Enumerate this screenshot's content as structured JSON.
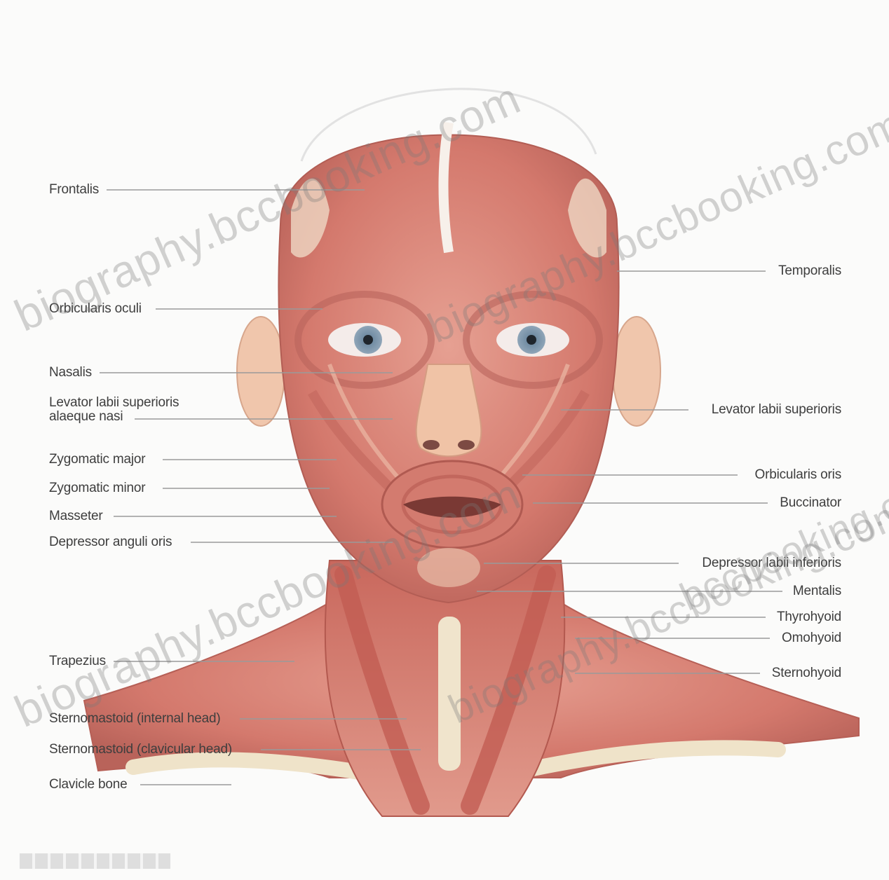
{
  "colors": {
    "muscle": "#d9867a",
    "muscle_dark": "#b85f55",
    "skin": "#f2c9b0",
    "bone": "#f1e9d6",
    "leader": "#9a9a9a",
    "label": "#3e3e3e"
  },
  "labels_left": [
    "Frontalis",
    "Orbicularis oculi",
    "Nasalis",
    "Levator labii superioris\nalaeque nasi",
    "Zygomatic major",
    "Zygomatic minor",
    "Masseter",
    "Depressor anguli oris",
    "Trapezius",
    "Sternomastoid (internal head)",
    "Sternomastoid (clavicular head)",
    "Clavicle bone"
  ],
  "labels_right": [
    "Temporalis",
    "Levator labii superioris",
    "Orbicularis oris",
    "Buccinator",
    "Depressor labii inferioris",
    "Mentalis",
    "Thyrohyoid",
    "Omohyoid",
    "Sternohyoid"
  ],
  "watermarks": [
    "biography.bccbooking.com",
    "biography.bccbooking.com",
    "biography.bccbooking.com",
    "biography.bccbooking.com",
    "bccbooking.com"
  ]
}
